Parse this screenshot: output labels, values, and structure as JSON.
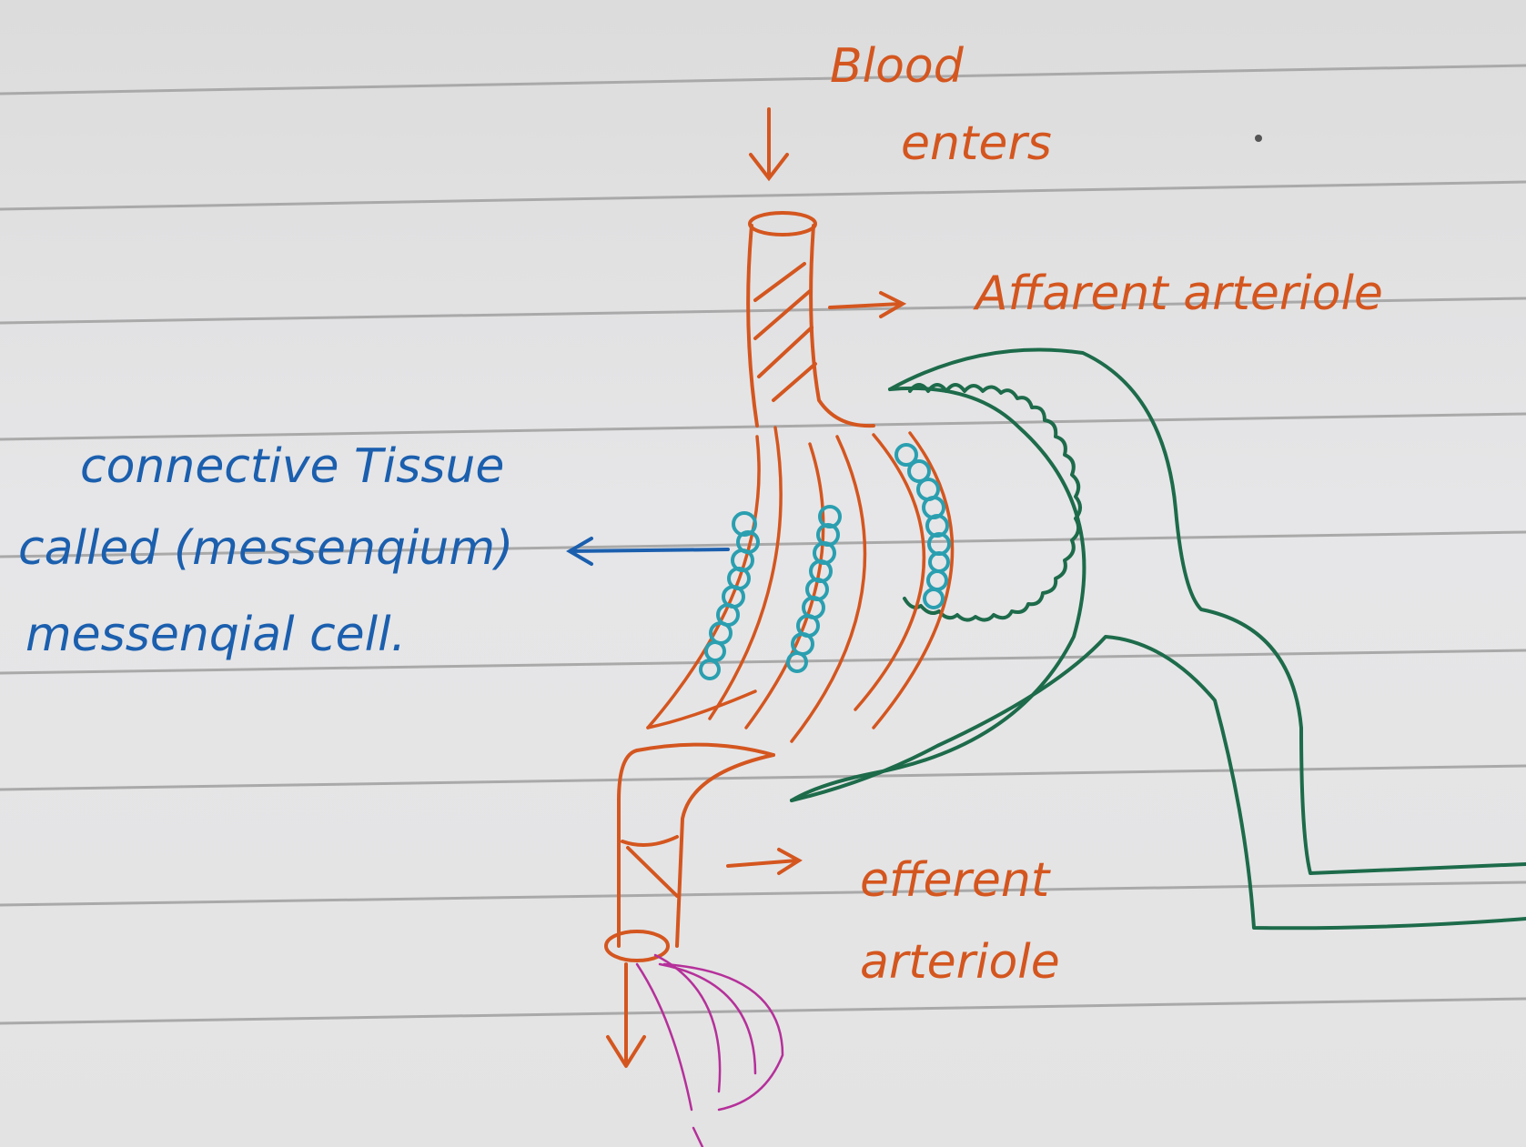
{
  "labels": {
    "blood_line1": "Blood",
    "blood_line2": "enters",
    "afferent": "Affarent arteriole",
    "mesangium_line1": "connective Tissue",
    "mesangium_line2": "called (messenqium)",
    "mesangium_line3": "messenqial cell.",
    "efferent_line1": "efferent",
    "efferent_line2": "arteriole"
  },
  "colors": {
    "paper": "#e4e4e4",
    "ruling": "#a9a9a9",
    "orange": "#d4561f",
    "blue": "#1b5fae",
    "teal": "#2a9fb0",
    "green": "#1d6b4a",
    "magenta": "#b5309a"
  }
}
